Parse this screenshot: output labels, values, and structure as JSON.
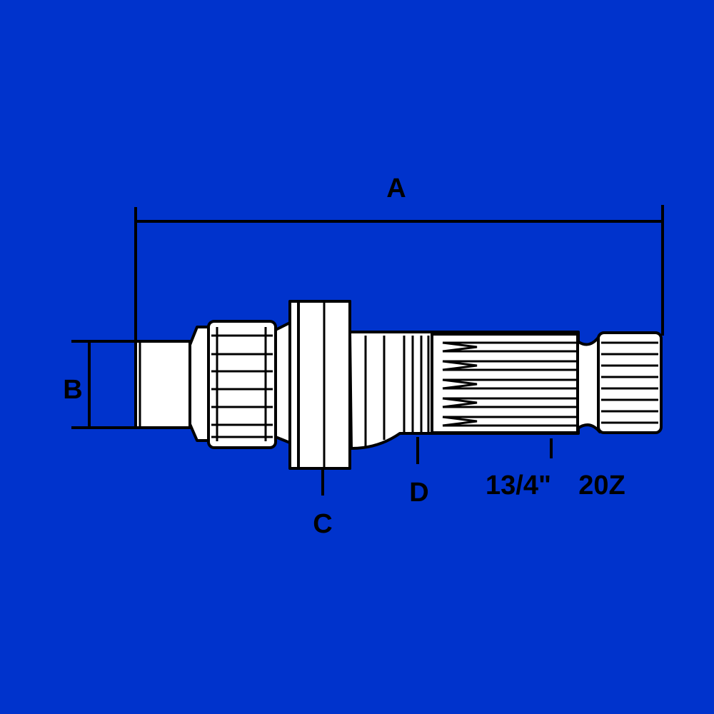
{
  "colors": {
    "background": "#0033CC",
    "part_fill": "#FFFFFF",
    "line": "#000000"
  },
  "labels": {
    "a": "A",
    "b": "B",
    "c": "C",
    "d": "D",
    "spline_size": "13/4\"",
    "spline_teeth": "20Z"
  }
}
